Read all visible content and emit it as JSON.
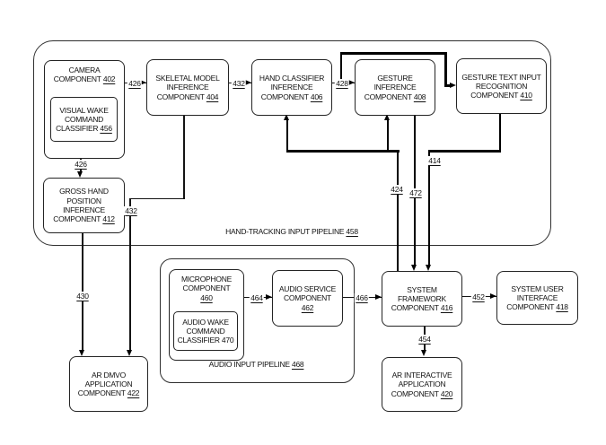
{
  "page": {
    "background": "#ffffff",
    "ink": "#141414",
    "thick_line": "#000000"
  },
  "containers": {
    "hand_pipeline": {
      "label": "HAND-TRACKING INPUT PIPELINE",
      "num": "458"
    },
    "audio_pipeline": {
      "label": "AUDIO INPUT PIPELINE",
      "num": "468"
    }
  },
  "nodes": {
    "camera": {
      "lines": [
        "CAMERA",
        "COMPONENT"
      ],
      "num": "402"
    },
    "visual_wake": {
      "lines": [
        "VISUAL WAKE",
        "COMMAND",
        "CLASSIFIER"
      ],
      "num": "456"
    },
    "skeletal": {
      "lines": [
        "SKELETAL MODEL",
        "INFERENCE",
        "COMPONENT"
      ],
      "num": "404"
    },
    "hand_classifier": {
      "lines": [
        "HAND CLASSIFIER",
        "INFERENCE",
        "COMPONENT"
      ],
      "num": "406"
    },
    "gesture_inference": {
      "lines": [
        "GESTURE",
        "INFERENCE",
        "COMPONENT"
      ],
      "num": "408"
    },
    "gesture_text": {
      "lines": [
        "GESTURE TEXT INPUT",
        "RECOGNITION",
        "COMPONENT"
      ],
      "num": "410"
    },
    "gross_hand": {
      "lines": [
        "GROSS HAND",
        "POSITION",
        "INFERENCE",
        "COMPONENT"
      ],
      "num": "412"
    },
    "microphone": {
      "lines": [
        "MICROPHONE",
        "COMPONENT"
      ],
      "num": "460",
      "num_own_line": true
    },
    "audio_wake": {
      "lines": [
        "AUDIO WAKE",
        "COMMAND",
        "CLASSIFIER"
      ],
      "num": "470",
      "num_underline": false
    },
    "audio_service": {
      "lines": [
        "AUDIO SERVICE",
        "COMPONENT"
      ],
      "num": "462",
      "num_own_line": true
    },
    "system_framework": {
      "lines": [
        "SYSTEM",
        "FRAMEWORK",
        "COMPONENT"
      ],
      "num": "416"
    },
    "system_ui": {
      "lines": [
        "SYSTEM USER",
        "INTERFACE",
        "COMPONENT"
      ],
      "num": "418"
    },
    "ar_interactive": {
      "lines": [
        "AR INTERACTIVE",
        "APPLICATION",
        "COMPONENT"
      ],
      "num": "420"
    },
    "ar_dmvo": {
      "lines": [
        "AR DMVO",
        "APPLICATION",
        "COMPONENT"
      ],
      "num": "422"
    }
  },
  "edge_labels": {
    "e426_cam_skel": "426",
    "e432_skel_hand": "432",
    "e428_hand_gesture": "428",
    "e426_cam_gross": "426",
    "e432_skel_ardmvo": "432",
    "e430_gross_ardmvo": "430",
    "e424_framework_up": "424",
    "e472_gesture_framework": "472",
    "e414_text_framework": "414",
    "e464_mic_service": "464",
    "e466_service_framework": "466",
    "e452_framework_ui": "452",
    "e454_framework_app": "454"
  }
}
